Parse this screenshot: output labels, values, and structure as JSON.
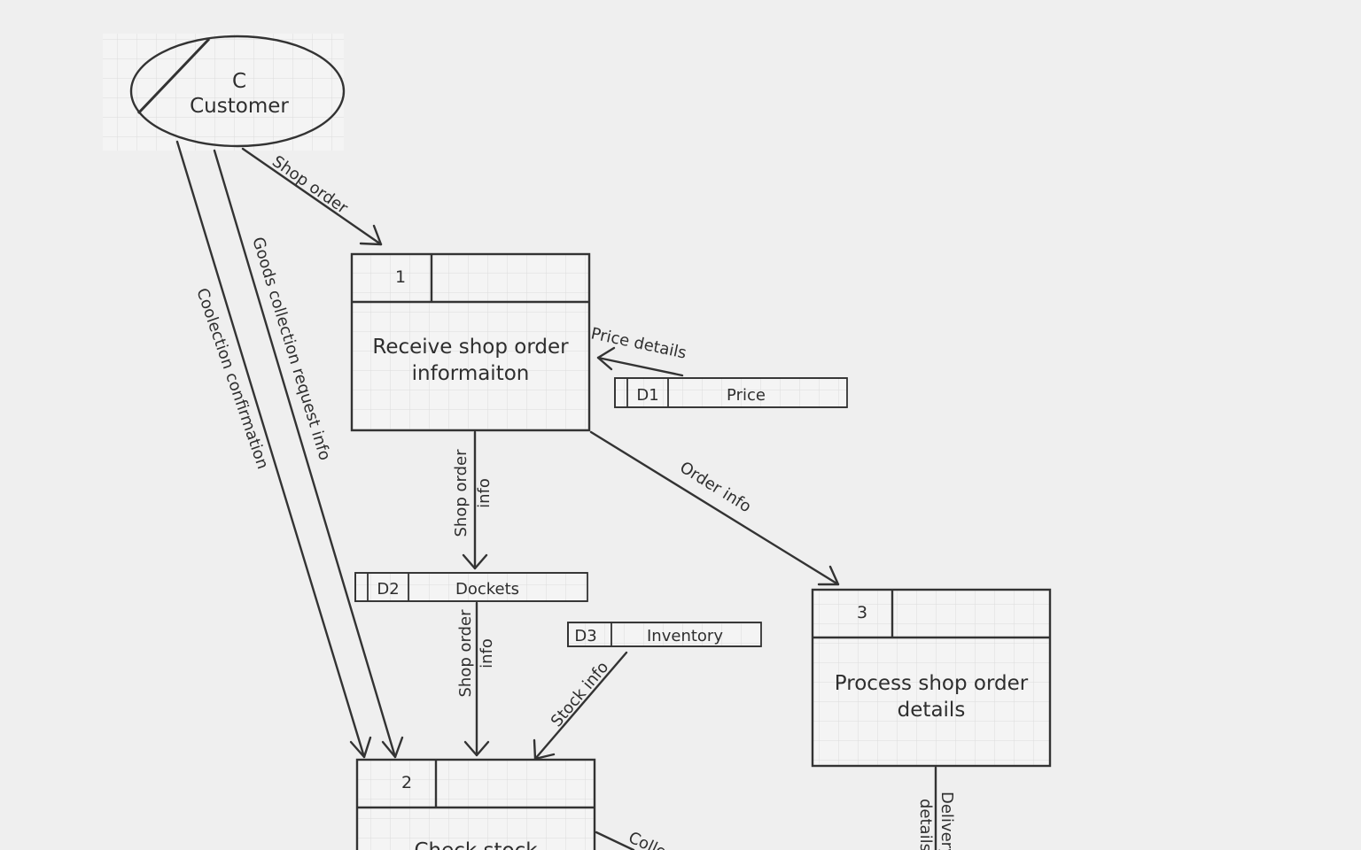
{
  "entity": {
    "code": "C",
    "name": "Customer"
  },
  "processes": [
    {
      "number": "1",
      "line1": "Receive shop order",
      "line2": "informaiton"
    },
    {
      "number": "2",
      "line1": "Check stock",
      "line2": ""
    },
    {
      "number": "3",
      "line1": "Process shop order",
      "line2": "details"
    }
  ],
  "stores": [
    {
      "id": "D1",
      "name": "Price"
    },
    {
      "id": "D2",
      "name": "Dockets"
    },
    {
      "id": "D3",
      "name": "Inventory"
    }
  ],
  "flows": {
    "shop_order": "Shop order",
    "goods_collection": "Goods collection request info",
    "collection_confirmation": "Coolection confirmation",
    "price_details": "Price details",
    "order_info": "Order info",
    "shop_order_info_a1": "Shop order",
    "shop_order_info_a2": "info",
    "shop_order_info_b1": "Shop order",
    "shop_order_info_b2": "info",
    "stock_info": "Stock info",
    "collection_partial": "Colle",
    "delivery_1": "Delivery",
    "delivery_2": "details"
  }
}
